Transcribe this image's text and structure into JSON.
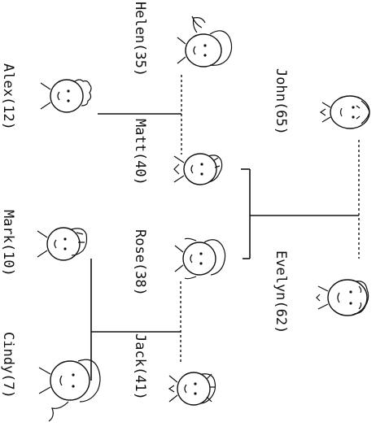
{
  "family": {
    "grandparents": [
      {
        "id": "john",
        "label": "John(65)",
        "icon": "grandfather-portrait"
      },
      {
        "id": "evelyn",
        "label": "Evelyn(62)",
        "icon": "grandmother-portrait"
      }
    ],
    "parents": [
      {
        "id": "helen",
        "label": "Helen(35)",
        "icon": "woman-portrait"
      },
      {
        "id": "matt",
        "label": "Matt(40)",
        "icon": "man-portrait"
      },
      {
        "id": "rose",
        "label": "Rose(38)",
        "icon": "woman-portrait"
      },
      {
        "id": "jack",
        "label": "Jack(41)",
        "icon": "man-portrait"
      }
    ],
    "children": [
      {
        "id": "alex",
        "label": "Alex(12)",
        "icon": "boy-portrait"
      },
      {
        "id": "mark",
        "label": "Mark(10)",
        "icon": "boy-portrait"
      },
      {
        "id": "cindy",
        "label": "Cindy(7)",
        "icon": "girl-portrait"
      }
    ]
  },
  "colors": {
    "ink": "#111111",
    "background": "#ffffff"
  }
}
